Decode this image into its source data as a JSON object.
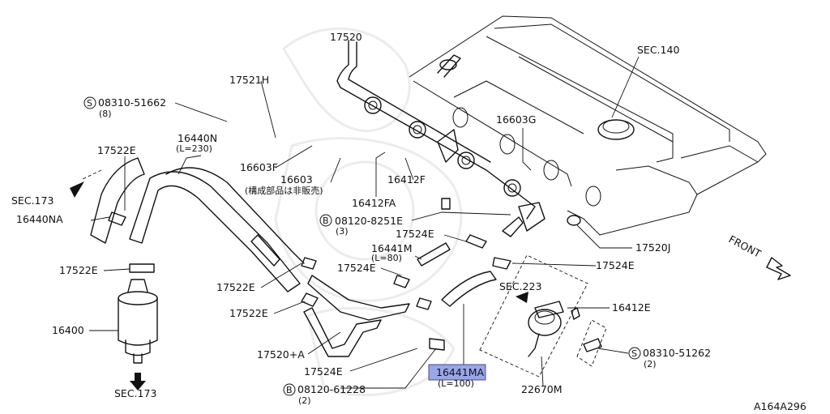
{
  "labels": {
    "p17520": "17520",
    "p17521h": "17521H",
    "s08310_51662": "08310-51662",
    "s08310_51662_qty": "(8)",
    "p16440n": "16440N",
    "p16440n_len": "(L=230)",
    "p17522e_a": "17522E",
    "sec173_top": "SEC.173",
    "p16440na": "16440NA",
    "p17522e_b": "17522E",
    "p16400": "16400",
    "sec173_bottom": "SEC.173",
    "p16603f": "16603F",
    "p16603": "16603",
    "p16603_note": "(構成部品は非販売)",
    "p16412fa": "16412FA",
    "p16412f": "16412F",
    "p16603g": "16603G",
    "sec140": "SEC.140",
    "b08120_8251e": "08120-8251E",
    "b08120_8251e_qty": "(3)",
    "p17524e_a": "17524E",
    "p16441m": "16441M",
    "p16441m_len": "(L=80)",
    "p17524e_b": "17524E",
    "p17522e_c": "17522E",
    "p17522e_d": "17522E",
    "p17520a": "17520+A",
    "p17524e_c": "17524E",
    "p16441ma": "16441MA",
    "p16441ma_len": "(L=100)",
    "b08120_61228": "08120-61228",
    "b08120_61228_qty": "(2)",
    "p17520j": "17520J",
    "front": "FRONT",
    "p17524e_d": "17524E",
    "sec223": "SEC.223",
    "p16412e": "16412E",
    "s08310_51262": "08310-51262",
    "s08310_51262_qty": "(2)",
    "p22670m": "22670M",
    "diagram_id": "A164A296",
    "prefix_s": "S",
    "prefix_b": "B"
  },
  "highlight_color": "#9aa6e8",
  "icons": [
    "s-screw-prefix-icon",
    "b-bolt-prefix-icon",
    "front-arrow-icon",
    "direction-arrow-icon"
  ]
}
